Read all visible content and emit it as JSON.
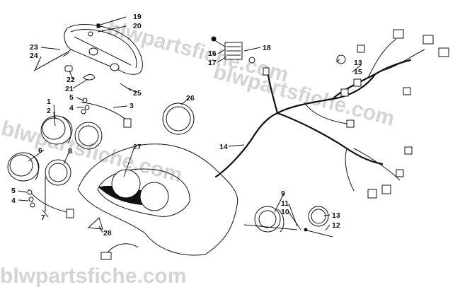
{
  "watermark": "blwpartsfiche.com",
  "callouts": [
    {
      "id": "c1",
      "text": "1"
    },
    {
      "id": "c2",
      "text": "2"
    },
    {
      "id": "c3",
      "text": "3"
    },
    {
      "id": "c4a",
      "text": "4"
    },
    {
      "id": "c4b",
      "text": "4"
    },
    {
      "id": "c5a",
      "text": "5"
    },
    {
      "id": "c5b",
      "text": "5"
    },
    {
      "id": "c6",
      "text": "6"
    },
    {
      "id": "c7",
      "text": "7"
    },
    {
      "id": "c8",
      "text": "8"
    },
    {
      "id": "c9",
      "text": "9"
    },
    {
      "id": "c10",
      "text": "10"
    },
    {
      "id": "c11",
      "text": "11"
    },
    {
      "id": "c12",
      "text": "12"
    },
    {
      "id": "c13a",
      "text": "13"
    },
    {
      "id": "c13b",
      "text": "13"
    },
    {
      "id": "c14",
      "text": "14"
    },
    {
      "id": "c15",
      "text": "15"
    },
    {
      "id": "c16",
      "text": "16"
    },
    {
      "id": "c17",
      "text": "17"
    },
    {
      "id": "c18",
      "text": "18"
    },
    {
      "id": "c19",
      "text": "19"
    },
    {
      "id": "c20",
      "text": "20"
    },
    {
      "id": "c21",
      "text": "21"
    },
    {
      "id": "c22",
      "text": "22"
    },
    {
      "id": "c23",
      "text": "23"
    },
    {
      "id": "c24",
      "text": "24"
    },
    {
      "id": "c25",
      "text": "25"
    },
    {
      "id": "c26",
      "text": "26"
    },
    {
      "id": "c27",
      "text": "27"
    },
    {
      "id": "c28",
      "text": "28"
    }
  ]
}
